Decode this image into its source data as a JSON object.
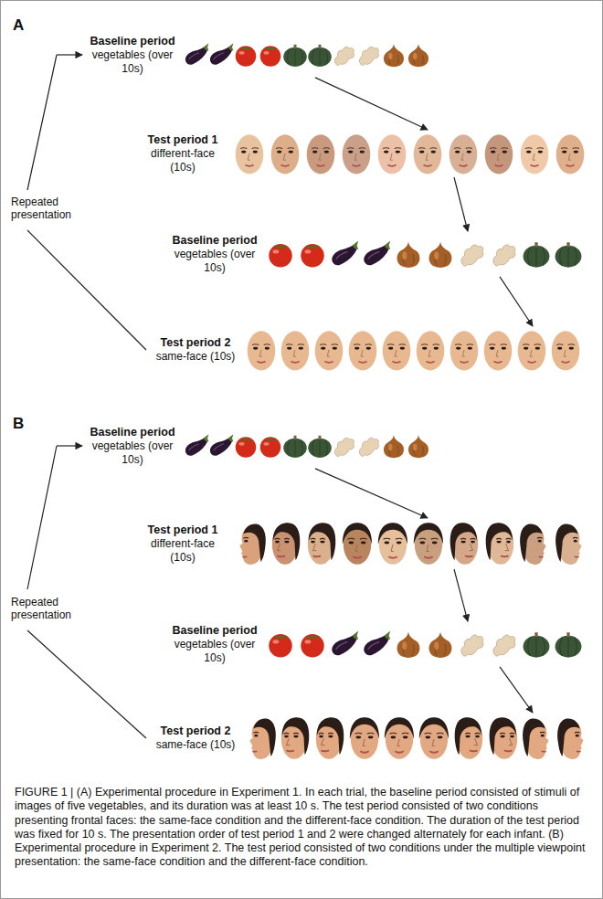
{
  "diagram": {
    "caption": "FIGURE 1 | (A) Experimental procedure in Experiment 1. In each trial, the baseline period consisted of stimuli of images of five vegetables, and its duration was at least 10 s. The test period consisted of two conditions presenting frontal faces: the same-face condition and the different-face condition. The duration of the test period was fixed for 10 s. The presentation order of test period 1 and 2 were changed alternately for each infant. (B) Experimental procedure in Experiment 2. The test period consisted of two conditions under the multiple viewpoint presentation: the same-face condition and the different-face condition.",
    "nodes": [
      {
        "text": [
          "A"
        ]
      },
      {
        "text": [
          "Baseline period",
          "vegetables (over 10s)"
        ],
        "in": 0
      },
      {
        "text": [
          "Test period 1",
          "different-face (10s)"
        ],
        "in": 0
      },
      {
        "text": [
          "Baseline period",
          "vegetables (over 10s)"
        ],
        "in": 0
      },
      {
        "text": [
          "Test period 2",
          "same-face (10s)"
        ],
        "in": 0
      },
      {
        "text": [
          "B"
        ]
      },
      {
        "text": [
          "Baseline period",
          "vegetables (over 10s)"
        ],
        "in": 5
      },
      {
        "text": [
          "Test period 1",
          "different-face (10s)"
        ],
        "in": 5
      },
      {
        "text": [
          "Baseline period",
          "vegetables (over 10s)"
        ],
        "in": 5
      },
      {
        "text": [
          "Test period 2",
          "same-face (10s)"
        ],
        "in": 5
      }
    ],
    "edges": [
      {
        "from": 1,
        "to": 2,
        "arrow": "to"
      },
      {
        "from": 2,
        "to": 3,
        "arrow": "to"
      },
      {
        "from": 3,
        "to": 4,
        "arrow": "to"
      },
      {
        "from": 6,
        "to": 7,
        "arrow": "to"
      },
      {
        "from": 7,
        "to": 8,
        "arrow": "to"
      },
      {
        "from": 8,
        "to": 9,
        "arrow": "to"
      }
    ],
    "labels": [
      "Repeated presentation",
      "Repeated presentation"
    ]
  }
}
